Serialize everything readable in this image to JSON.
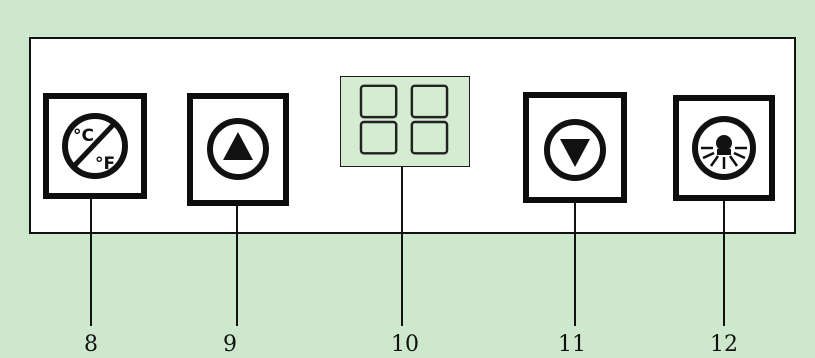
{
  "panel": {
    "buttons": [
      {
        "id": "unit-toggle",
        "icon": "temperature-unit-icon",
        "glyph_c": "°C",
        "glyph_f": "°F"
      },
      {
        "id": "up",
        "icon": "arrow-up-icon"
      },
      {
        "id": "down",
        "icon": "arrow-down-icon"
      },
      {
        "id": "light",
        "icon": "light-icon"
      }
    ],
    "display": {
      "digits": 2,
      "icon": "seven-segment-display"
    }
  },
  "callouts": [
    {
      "label": "8"
    },
    {
      "label": "9"
    },
    {
      "label": "10"
    },
    {
      "label": "11"
    },
    {
      "label": "12"
    }
  ],
  "colors": {
    "background": "#cde8cc",
    "panel": "#ffffff",
    "display": "#d5ebd2",
    "lines": "#111111"
  }
}
